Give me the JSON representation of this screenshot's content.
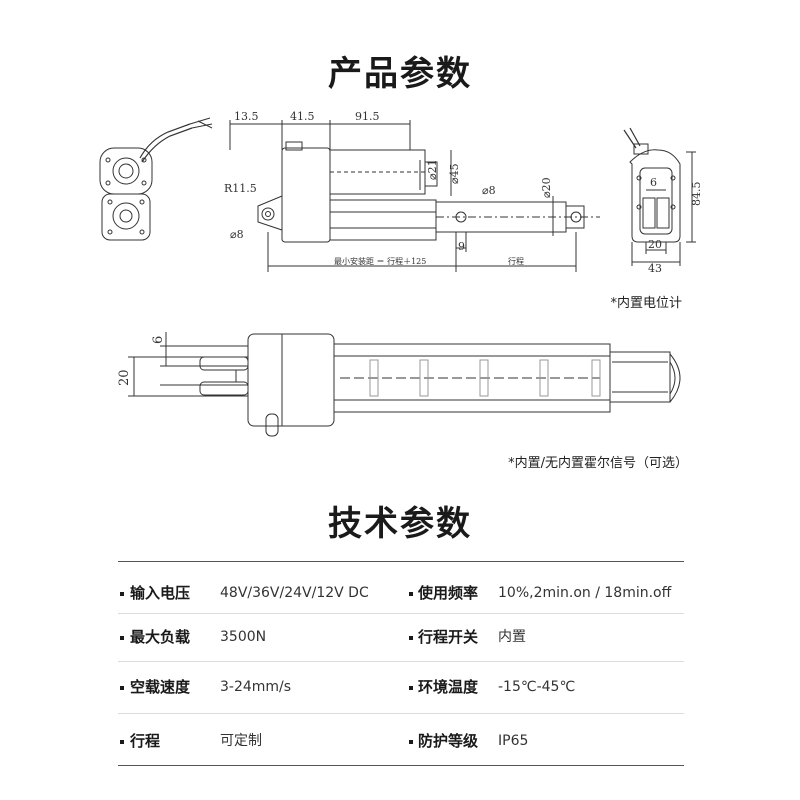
{
  "headings": {
    "product_params": "产品参数",
    "tech_params": "技术参数"
  },
  "notes": {
    "potentiometer": "*内置电位计",
    "hall_sensor": "*内置/无内置霍尔信号（可选）"
  },
  "drawing_dims": {
    "d_13_5": "13.5",
    "d_41_5": "41.5",
    "d_91_5": "91.5",
    "d_r11_5": "R11.5",
    "d_phi8_left": "⌀8",
    "d_phi8_rod": "⌀8",
    "d_phi21": "⌀21",
    "d_phi45": "⌀45",
    "d_phi20": "⌀20",
    "d_9": "9",
    "d_min_install": "最小安装距 ＝ 行程＋125",
    "d_stroke": "行程",
    "d_6_side": "6",
    "d_84_5": "84.5",
    "d_20_side": "20",
    "d_43": "43",
    "d_6_bottom": "6",
    "d_20_bottom": "20"
  },
  "specs": [
    {
      "label": "输入电压",
      "value": "48V/36V/24V/12V DC"
    },
    {
      "label": "使用频率",
      "value": "10%,2min.on / 18min.off"
    },
    {
      "label": "最大负载",
      "value": "3500N"
    },
    {
      "label": "行程开关",
      "value": "内置"
    },
    {
      "label": "空载速度",
      "value": "3-24mm/s"
    },
    {
      "label": "环境温度",
      "value": "-15℃-45℃"
    },
    {
      "label": "行程",
      "value": "可定制"
    },
    {
      "label": "防护等级",
      "value": "IP65"
    }
  ]
}
